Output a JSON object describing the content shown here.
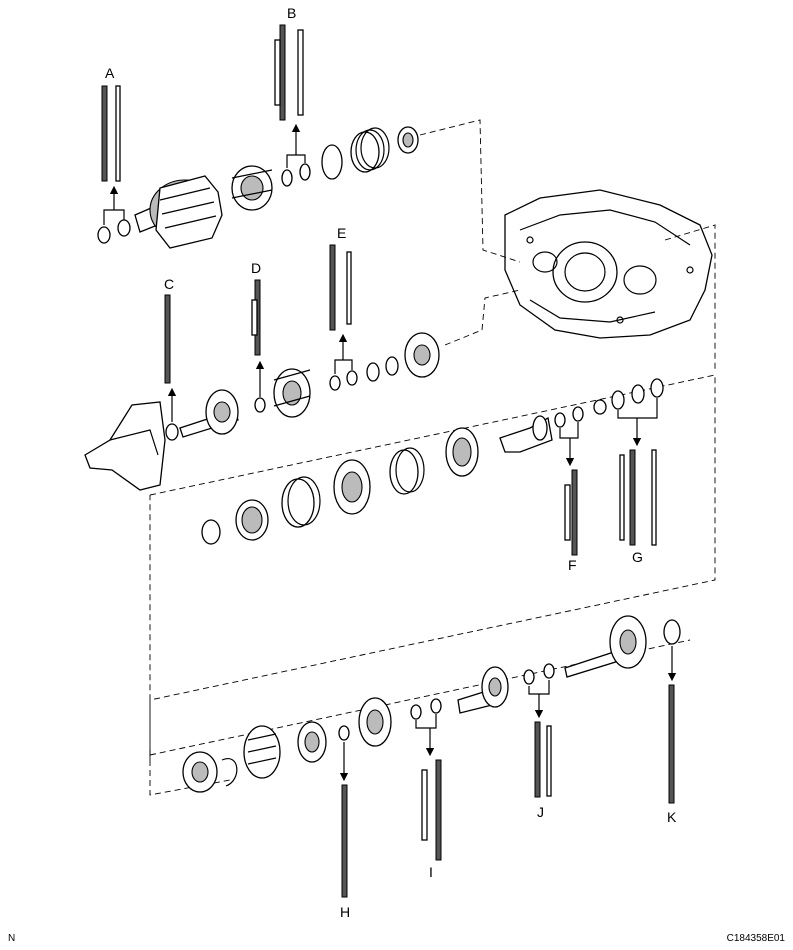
{
  "labels": {
    "a": "A",
    "b": "B",
    "c": "C",
    "d": "D",
    "e": "E",
    "f": "F",
    "g": "G",
    "h": "H",
    "i": "I",
    "j": "J",
    "k": "K"
  },
  "corner_letter": "N",
  "figure_code": "C184358E01"
}
